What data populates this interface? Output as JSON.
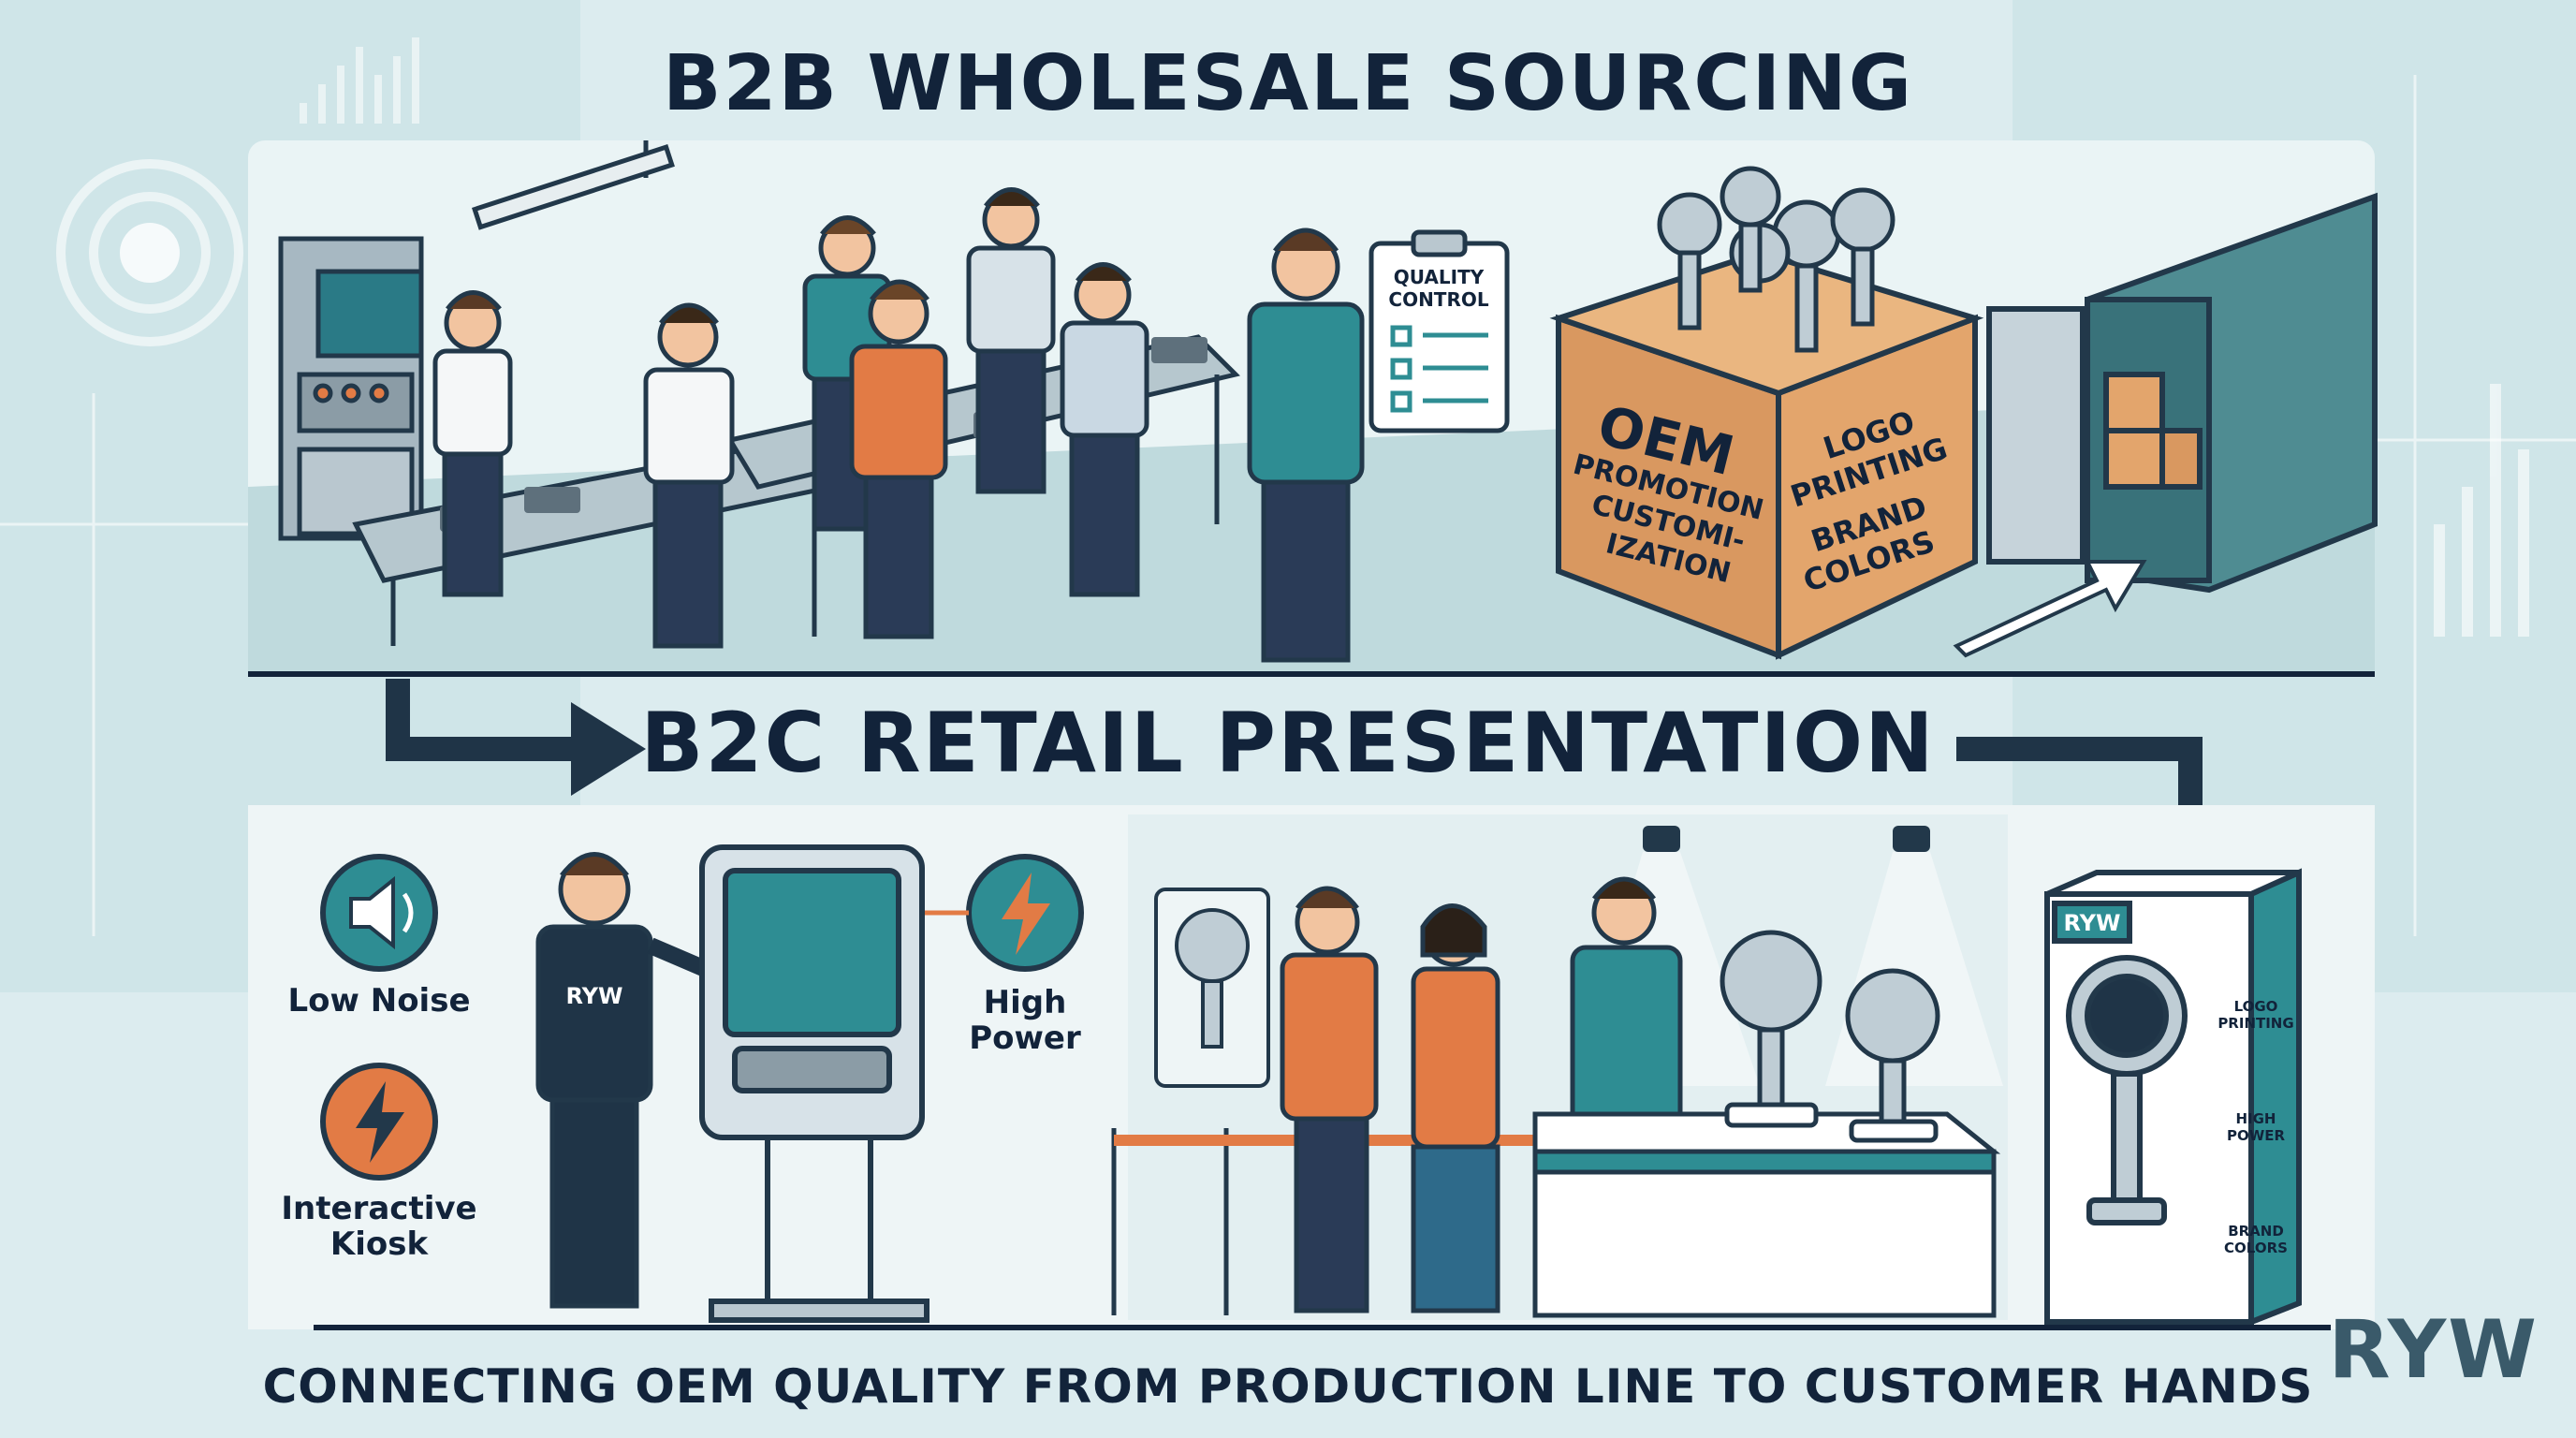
{
  "headings": {
    "b2b": "B2B WHOLESALE SOURCING",
    "b2c": "B2C RETAIL PRESENTATION",
    "footer": "CONNECTING OEM QUALITY FROM PRODUCTION LINE TO CUSTOMER HANDS"
  },
  "clipboard": {
    "title_line1": "QUALITY",
    "title_line2": "CONTROL"
  },
  "crate": {
    "front_big": "OEM",
    "front_lines": [
      "PROMOTION",
      "CUSTOMI-",
      "IZATION"
    ],
    "side_lines": [
      "LOGO",
      "PRINTING",
      "BRAND",
      "COLORS"
    ]
  },
  "features": {
    "low_noise": "Low Noise",
    "high_power": "High\nPower",
    "kiosk": "Interactive\nKiosk"
  },
  "staff_shirt": "RYW",
  "retail_box": {
    "brand": "RYW",
    "features": [
      "LOGO\nPRINTING",
      "HIGH\nPOWER",
      "BRAND\nCOLORS"
    ]
  },
  "brand_logo": "RYW",
  "colors": {
    "teal": "#2e8d93",
    "orange": "#e27b45",
    "navy": "#1f3447",
    "background": "#dcecef"
  }
}
